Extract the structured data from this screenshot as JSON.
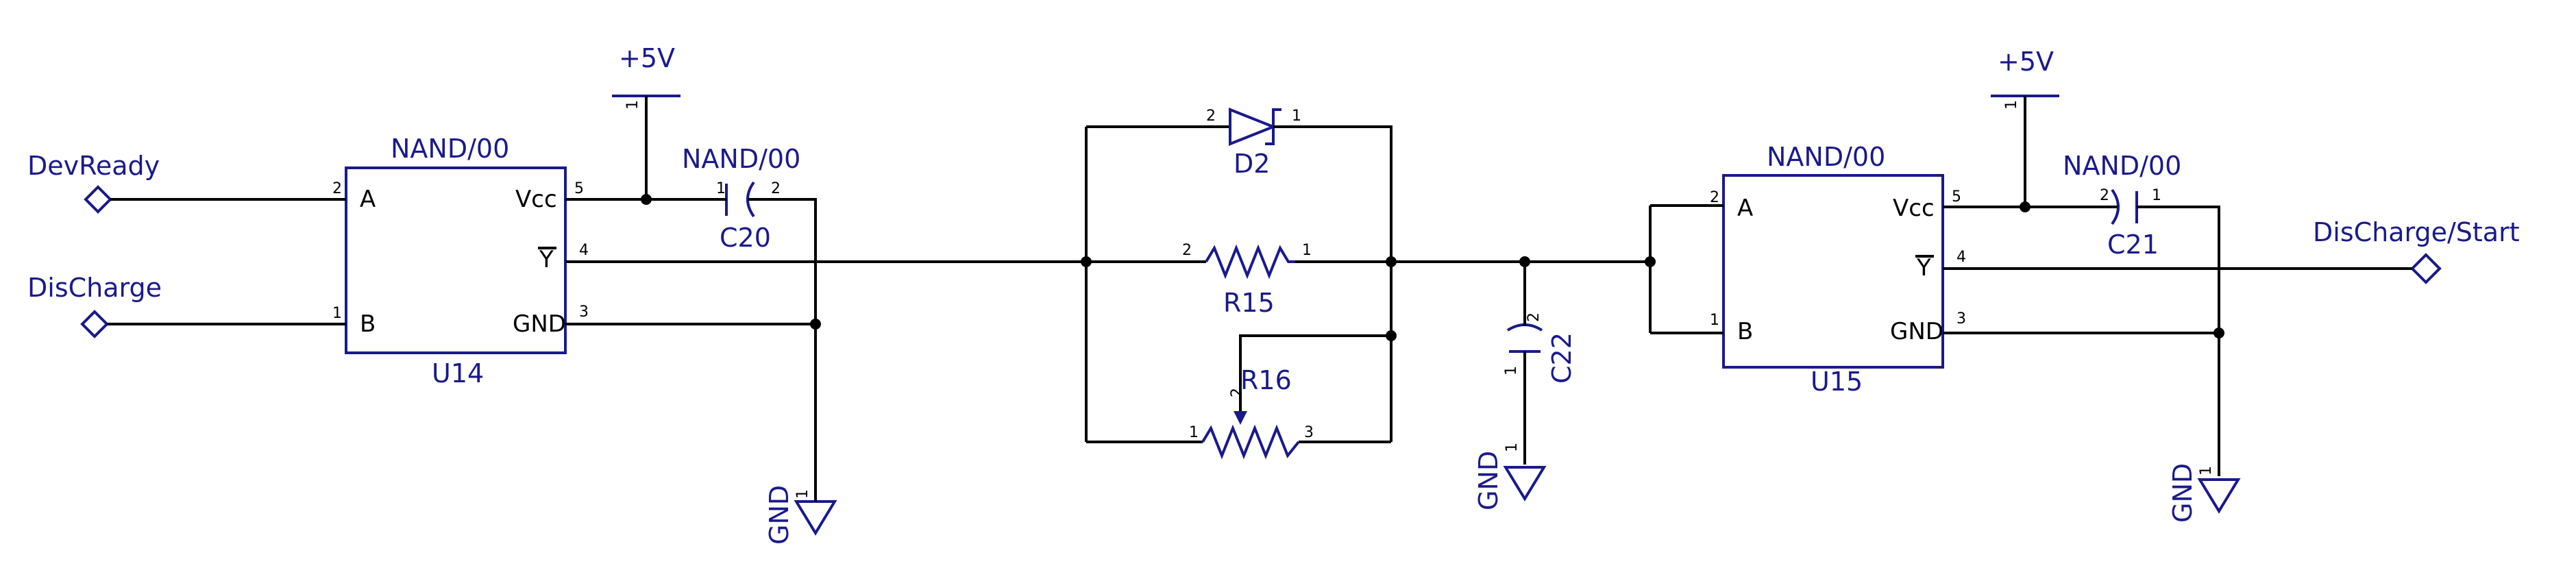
{
  "ports": {
    "devready": "DevReady",
    "discharge": "DisCharge",
    "output": "DisCharge/Start"
  },
  "power": {
    "vcc_label": "+5V",
    "gnd_label": "GND"
  },
  "u14": {
    "ref": "U14",
    "value": "NAND/00",
    "pin_a": "A",
    "pin_b": "B",
    "pin_vcc": "Vcc",
    "pin_y": "Y",
    "pin_gnd": "GND",
    "num_a": "2",
    "num_b": "1",
    "num_vcc": "5",
    "num_y": "4",
    "num_gnd": "3"
  },
  "u15": {
    "ref": "U15",
    "value": "NAND/00",
    "pin_a": "A",
    "pin_b": "B",
    "pin_vcc": "Vcc",
    "pin_y": "Y",
    "pin_gnd": "GND",
    "num_a": "2",
    "num_b": "1",
    "num_vcc": "5",
    "num_y": "4",
    "num_gnd": "3"
  },
  "c20": {
    "ref": "C20",
    "value": "NAND/00",
    "pin1": "1",
    "pin2": "2"
  },
  "c21": {
    "ref": "C21",
    "value": "NAND/00",
    "pin1": "1",
    "pin2": "2"
  },
  "c22": {
    "ref": "C22",
    "pin1": "1",
    "pin2": "2"
  },
  "d2": {
    "ref": "D2",
    "pin1": "1",
    "pin2": "2"
  },
  "r15": {
    "ref": "R15",
    "pin1": "1",
    "pin2": "2"
  },
  "r16": {
    "ref": "R16",
    "pin1": "1",
    "pin2": "2",
    "pin3": "3"
  },
  "pwr_pins": {
    "vcc1": "1",
    "vcc2": "1",
    "gnd1": "1",
    "gnd2": "1",
    "gnd3": "1"
  },
  "colors": {
    "component": "#1a1a8c",
    "wire": "#000000",
    "background": "#ffffff"
  }
}
